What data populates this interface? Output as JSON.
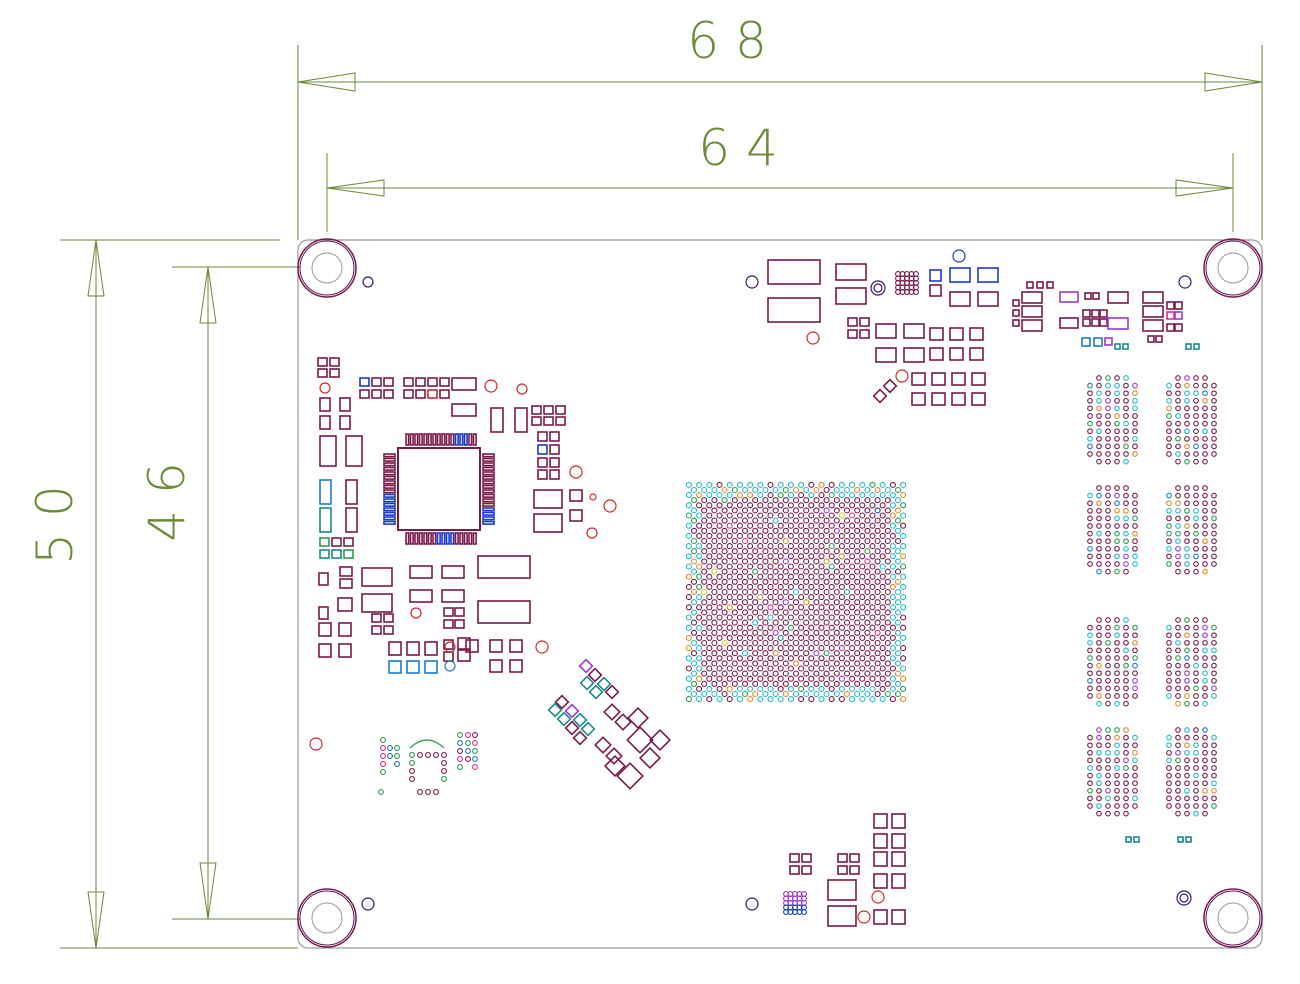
{
  "dimensions": {
    "outer_width_label": "6 8",
    "inner_width_label": "6 4",
    "outer_height_label": "5 0",
    "inner_height_label": "4 6"
  },
  "colors": {
    "dimension": "#6b8a3a",
    "outline": "#999999",
    "pad": "#7a1a4a",
    "pad_alt": "#5a1a5a",
    "cyan": "#22b8cc",
    "orange": "#e08a2a",
    "green": "#2a9a4a",
    "blue": "#1a3acc",
    "purple": "#9a3acc",
    "teal": "#1a8a8a",
    "red": "#cc2a2a",
    "pink": "#e02a8a",
    "yellow": "#cccc2a",
    "lightblue": "#1a7acc"
  }
}
